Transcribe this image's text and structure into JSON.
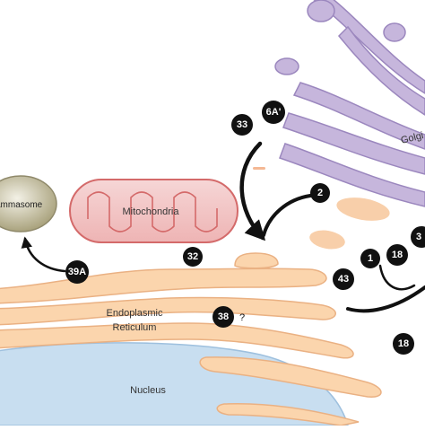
{
  "organelles": {
    "inflammasome": "ammasome",
    "mitochondria": "Mitochondria",
    "er_line1": "Endoplasmic",
    "er_line2": "Reticulum",
    "nucleus": "Nucleus",
    "golgi": "Golgi"
  },
  "badges": {
    "b33": "33",
    "b6a": "6A'",
    "b2": "2",
    "b32": "32",
    "b39a": "39A",
    "b1": "1",
    "b18a": "18",
    "b3": "3",
    "b43": "43",
    "b38": "38",
    "b18b": "18"
  },
  "annotations": {
    "question": "?"
  },
  "colors": {
    "er": "#fbd5ad",
    "er_stroke": "#eab183",
    "nucleus": "#c8def0",
    "golgi": "#c6b6dc",
    "golgi_stroke": "#9b87be",
    "mito_fill": "#f3c8c8",
    "mito_stroke": "#d46a6a",
    "inflammasome": "#cdc8ad",
    "badge": "#111111"
  }
}
